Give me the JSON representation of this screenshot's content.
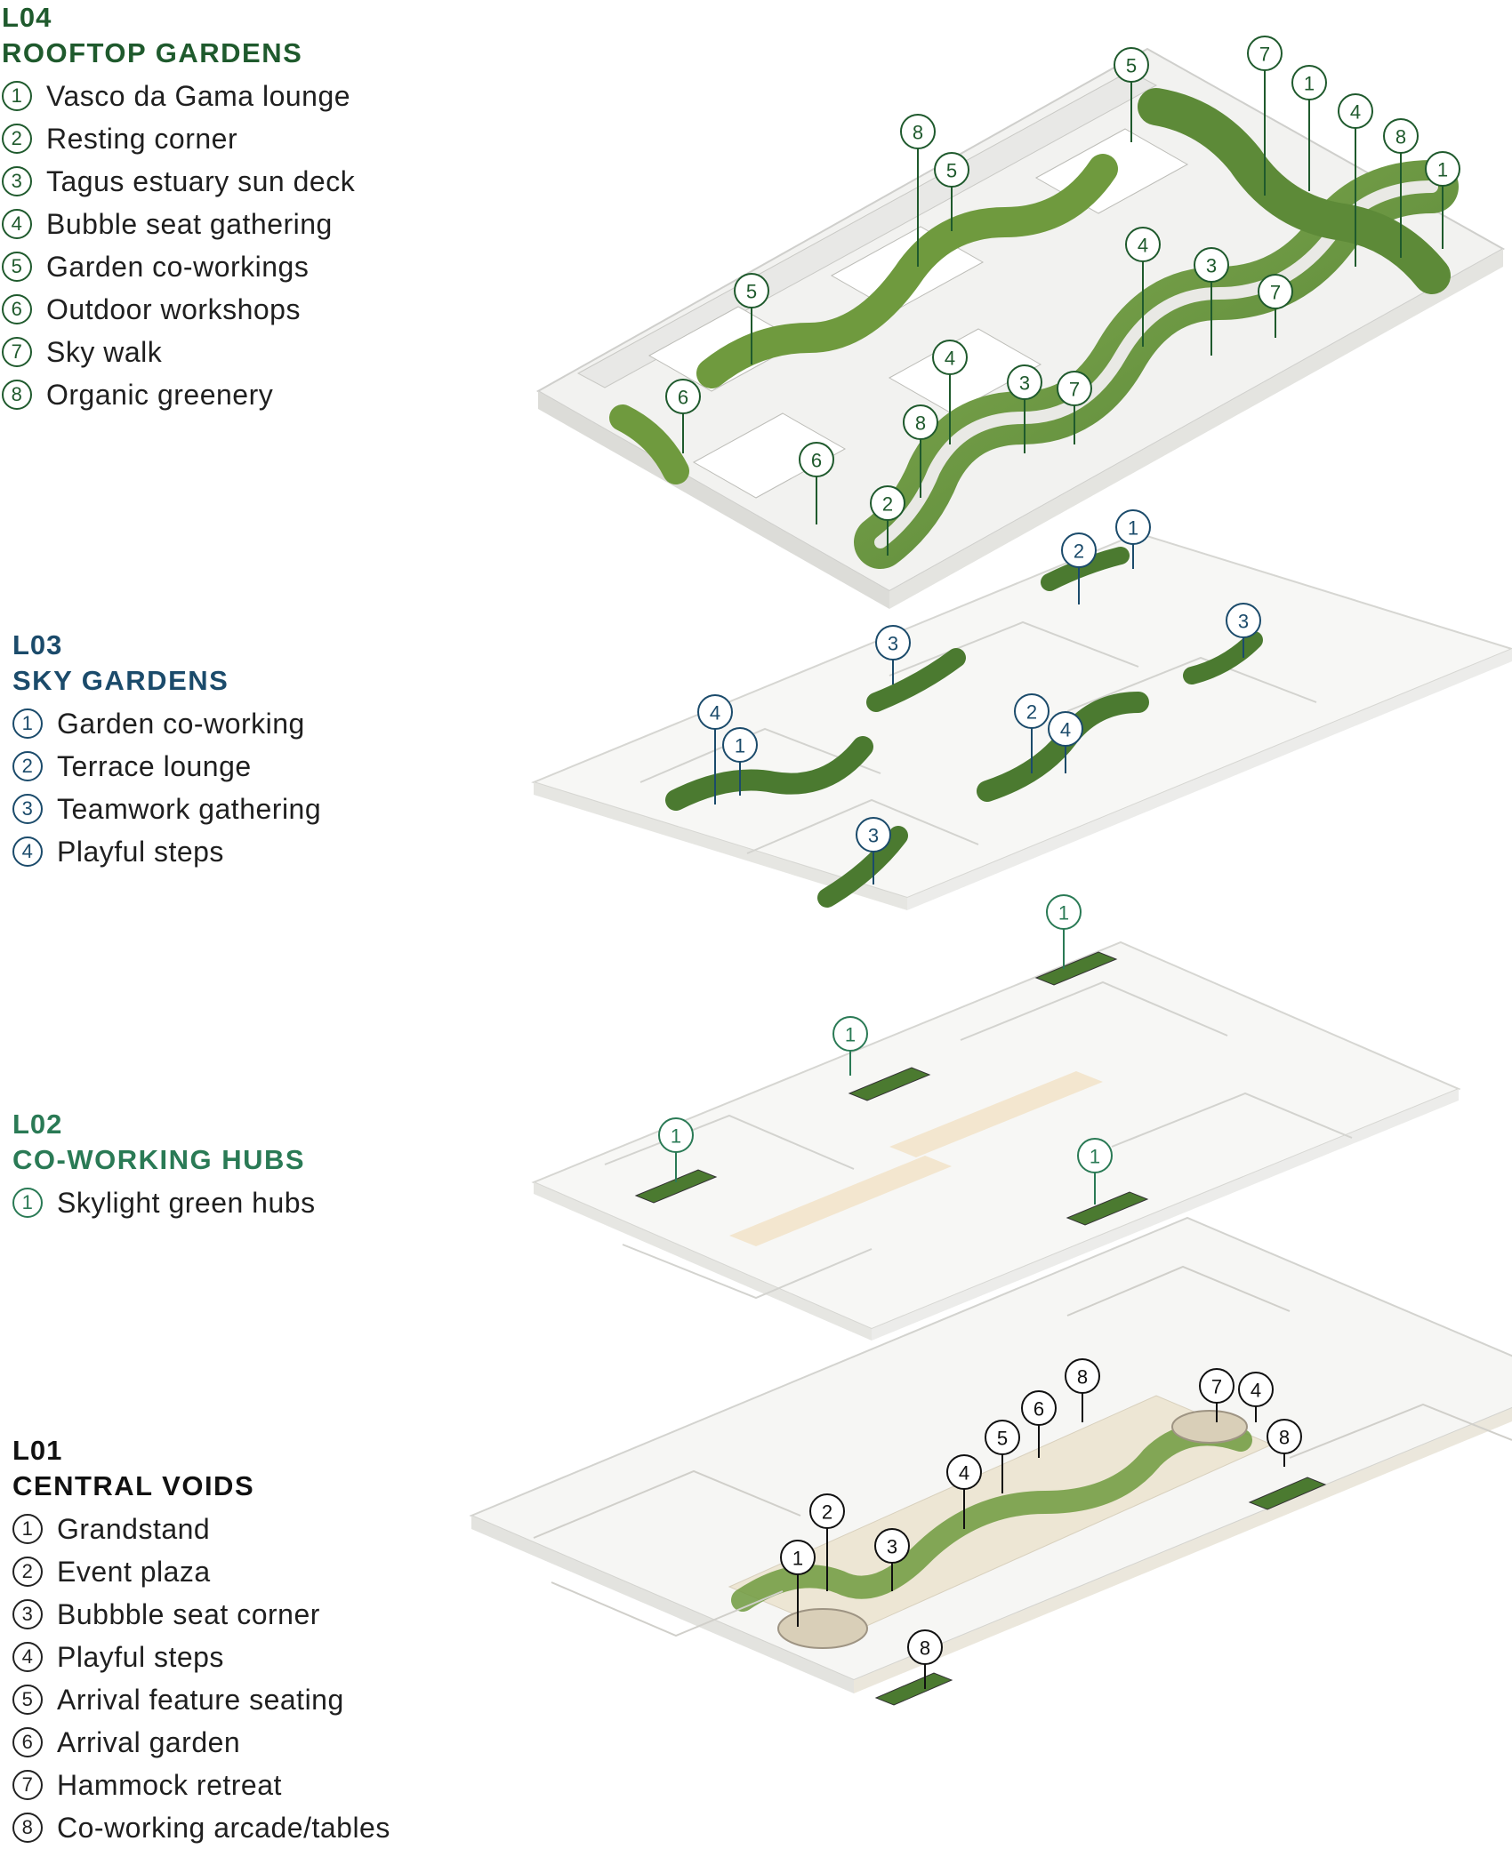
{
  "colors": {
    "l04": "#1f5a2d",
    "l03": "#1b4b6b",
    "l02": "#2a7a55",
    "l01": "#111111",
    "greenery": "#6f9a3e",
    "greenery_dark": "#3f6e2a",
    "slab": "#f3f3f1",
    "slab_edge": "#cfcfcc",
    "paving": "#e6e2d6",
    "timber": "#efe4cf"
  },
  "levels": {
    "l04": {
      "code": "L04",
      "title": "ROOFTOP GARDENS",
      "items": [
        {
          "num": "1",
          "label": "Vasco da Gama lounge"
        },
        {
          "num": "2",
          "label": "Resting corner"
        },
        {
          "num": "3",
          "label": "Tagus estuary sun deck"
        },
        {
          "num": "4",
          "label": "Bubble seat gathering"
        },
        {
          "num": "5",
          "label": "Garden co-workings"
        },
        {
          "num": "6",
          "label": "Outdoor workshops"
        },
        {
          "num": "7",
          "label": "Sky walk"
        },
        {
          "num": "8",
          "label": "Organic greenery"
        }
      ]
    },
    "l03": {
      "code": "L03",
      "title": "SKY GARDENS",
      "items": [
        {
          "num": "1",
          "label": "Garden co-working"
        },
        {
          "num": "2",
          "label": "Terrace lounge"
        },
        {
          "num": "3",
          "label": "Teamwork gathering"
        },
        {
          "num": "4",
          "label": "Playful steps"
        }
      ]
    },
    "l02": {
      "code": "L02",
      "title": "CO-WORKING HUBS",
      "items": [
        {
          "num": "1",
          "label": "Skylight green hubs"
        }
      ]
    },
    "l01": {
      "code": "L01",
      "title": "CENTRAL VOIDS",
      "items": [
        {
          "num": "1",
          "label": "Grandstand"
        },
        {
          "num": "2",
          "label": "Event plaza"
        },
        {
          "num": "3",
          "label": "Bubbble seat corner"
        },
        {
          "num": "4",
          "label": "Playful steps"
        },
        {
          "num": "5",
          "label": "Arrival feature seating"
        },
        {
          "num": "6",
          "label": "Arrival garden"
        },
        {
          "num": "7",
          "label": "Hammock retreat"
        },
        {
          "num": "8",
          "label": "Co-working arcade/tables"
        }
      ]
    }
  },
  "markers": {
    "l04": [
      "5",
      "7",
      "1",
      "4",
      "8",
      "1",
      "8",
      "5",
      "4",
      "3",
      "7",
      "5",
      "6",
      "4",
      "3",
      "7",
      "8",
      "6",
      "2"
    ],
    "l03": [
      "2",
      "1",
      "3",
      "3",
      "4",
      "1",
      "2",
      "4",
      "3"
    ],
    "l02": [
      "1",
      "1",
      "1",
      "1"
    ],
    "l01": [
      "7",
      "4",
      "8",
      "8",
      "6",
      "5",
      "4",
      "2",
      "3",
      "1",
      "8"
    ]
  }
}
